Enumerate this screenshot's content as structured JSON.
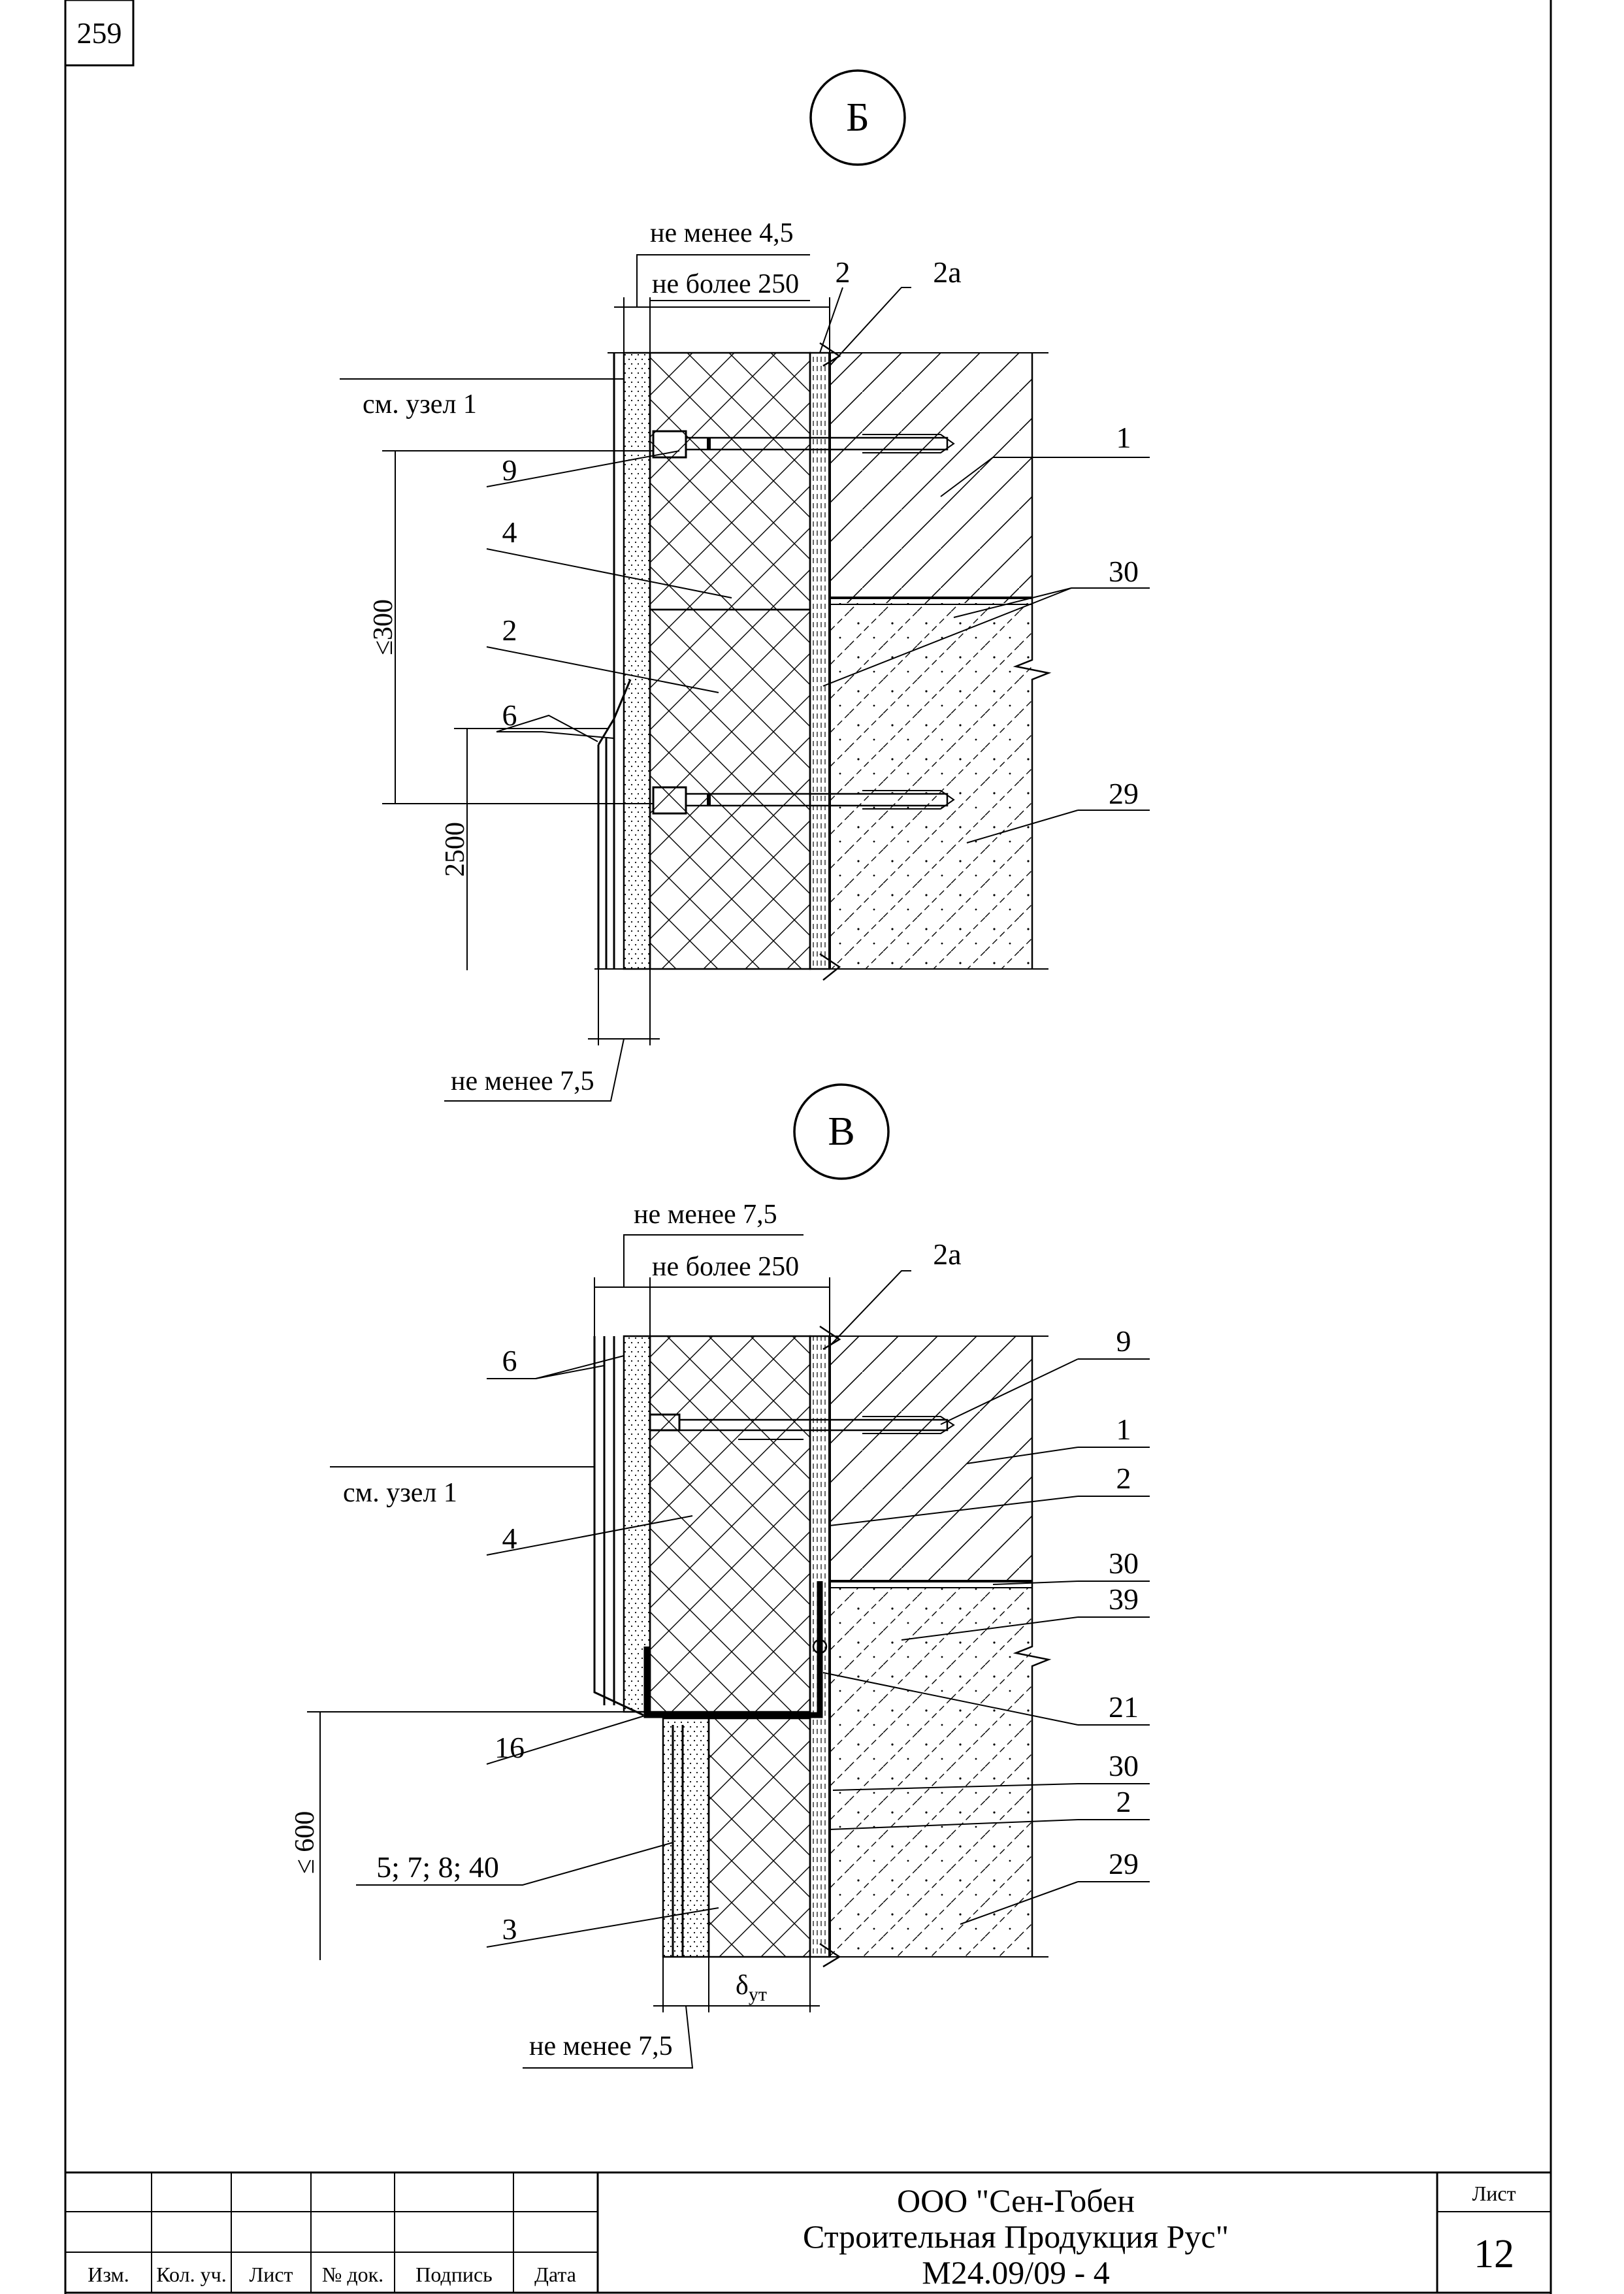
{
  "sheet_number_top": "259",
  "section_b": {
    "marker": "Б",
    "dim_top1": "не менее 4,5",
    "dim_top2": "не более 250",
    "ref_note": "см. узел 1",
    "dim_vertical_300": "≤300",
    "dim_vertical_2500": "2500",
    "dim_bottom": "не менее 7,5",
    "callouts": [
      "2",
      "2а",
      "1",
      "9",
      "4",
      "30",
      "2",
      "6",
      "29"
    ]
  },
  "section_v": {
    "marker": "В",
    "dim_top1": "не менее 7,5",
    "dim_top2": "не более 250",
    "ref_note": "см. узел 1",
    "dim_vertical_600": "≤ 600",
    "dim_bottom": "не менее 7,5",
    "delta_label": "δ",
    "delta_sub": "ут",
    "callouts": [
      "2а",
      "6",
      "9",
      "1",
      "4",
      "2",
      "30",
      "39",
      "21",
      "16",
      "30",
      "2",
      "5; 7; 8; 40",
      "29",
      "3"
    ]
  },
  "title_block": {
    "columns": [
      "Изм.",
      "Кол. уч.",
      "Лист",
      "№ док.",
      "Подпись",
      "Дата"
    ],
    "company_line1": "ООО \"Сен-Гобен",
    "company_line2": "Строительная Продукция Рус\"",
    "doc_code": "М24.09/09 - 4",
    "sheet_label": "Лист",
    "sheet_value": "12"
  }
}
